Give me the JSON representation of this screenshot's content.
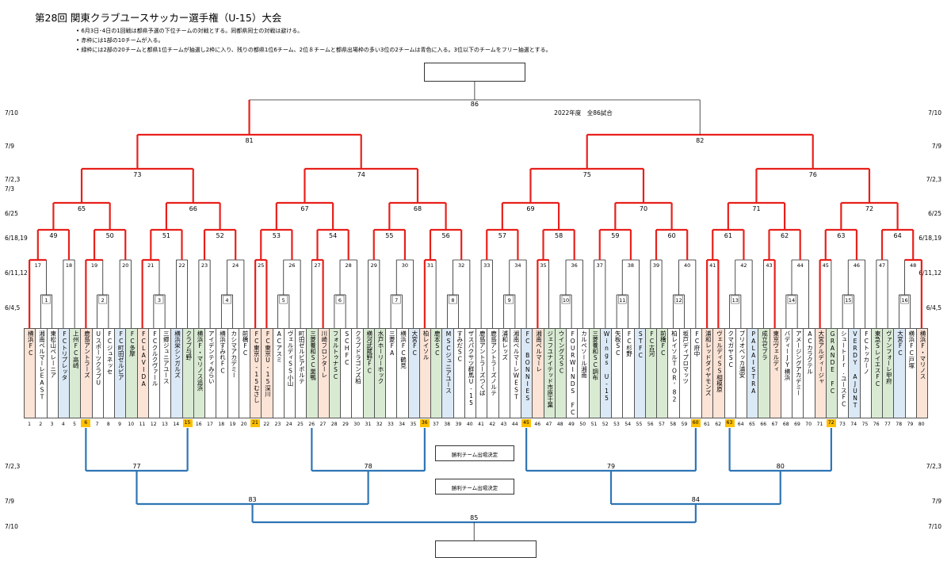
{
  "title": "第28回 関東クラブユースサッカー選手権（U-15）大会",
  "notes": [
    "• 6月3日･4日の1回戦は都県予選の下位チームの対戦とする。同都県同士の対戦は避ける。",
    "• 赤枠には1部の10チームが入る。",
    "• 緑枠には2部の20チームと都県1位チームが抽選し2枠に入り、残りの都県1位6チーム、2位８チームと都県出場枠の多い3位の2チームは青色に入る。3位以下のチームをフリー抽選とする。"
  ],
  "season_label": "2022年度　全86試合",
  "row_labels": {
    "r710": "7/10",
    "r79": "7/9",
    "r723": "7/2,3",
    "r73": "7/3",
    "r625": "6/25",
    "r61819": "6/18,19",
    "r61112": "6/11,12",
    "r645": "6/4,5",
    "b723": "7/2,3",
    "b79": "7/9",
    "b710": "7/10"
  },
  "consolation_boxes": [
    "勝利チーム出場決定",
    "勝利チーム出場決定"
  ],
  "match_numbers": {
    "r1": [
      "1",
      "2",
      "3",
      "4",
      "5",
      "6",
      "7",
      "8",
      "9",
      "10",
      "11",
      "12",
      "13",
      "14",
      "15",
      "16"
    ],
    "r2": [
      "17",
      "18",
      "19",
      "20",
      "21",
      "22",
      "23",
      "24",
      "25",
      "26",
      "27",
      "28",
      "29",
      "30",
      "31",
      "32",
      "33",
      "34",
      "35",
      "36",
      "37",
      "38",
      "39",
      "40",
      "41",
      "42",
      "43",
      "44",
      "45",
      "46",
      "47",
      "48"
    ],
    "r3": [
      "49",
      "50",
      "51",
      "52",
      "53",
      "54",
      "55",
      "56",
      "57",
      "58",
      "59",
      "60",
      "61",
      "62",
      "63",
      "64"
    ],
    "r4": [
      "65",
      "66",
      "67",
      "68",
      "69",
      "70",
      "71",
      "72"
    ],
    "r5": [
      "73",
      "74",
      "75",
      "76"
    ],
    "r6": [
      "81",
      "82"
    ],
    "final": "86",
    "cons1": [
      "77",
      "78",
      "79",
      "80"
    ],
    "cons2": [
      "83",
      "84"
    ],
    "cons3": "85"
  },
  "teams": [
    {
      "n": "1",
      "name": "横浜FC",
      "c": "r"
    },
    {
      "n": "2",
      "name": "湘南ベルマーレEAST",
      "c": "w"
    },
    {
      "n": "3",
      "name": "東松山ペレーニア",
      "c": "w"
    },
    {
      "n": "4",
      "name": "FCトリプレッタ",
      "c": "b"
    },
    {
      "n": "5",
      "name": "上州FC高崎",
      "c": "g"
    },
    {
      "n": "6",
      "name": "鹿島アントラーズ",
      "c": "r"
    },
    {
      "n": "7",
      "name": "UスポーツクラブU",
      "c": "w"
    },
    {
      "n": "8",
      "name": "FCジュネッセ",
      "c": "w"
    },
    {
      "n": "9",
      "name": "FC町田ゼルビア",
      "c": "b"
    },
    {
      "n": "10",
      "name": "FC多摩",
      "c": "g"
    },
    {
      "n": "11",
      "name": "FCLAVIDA",
      "c": "r"
    },
    {
      "n": "12",
      "name": "FCクルクヴァール",
      "c": "w"
    },
    {
      "n": "13",
      "name": "三郷ジュニアユース",
      "c": "w"
    },
    {
      "n": "14",
      "name": "横浜栄シンガルズ",
      "c": "b"
    },
    {
      "n": "15",
      "name": "クラブ与野",
      "c": "g"
    },
    {
      "n": "16",
      "name": "横浜F・マリノス追浜",
      "c": "g"
    },
    {
      "n": "17",
      "name": "アイデンティみらい",
      "c": "w"
    },
    {
      "n": "18",
      "name": "横浜すみれFC",
      "c": "w"
    },
    {
      "n": "19",
      "name": "カシマアカデミー",
      "c": "w"
    },
    {
      "n": "20",
      "name": "前橋FC",
      "c": "w"
    },
    {
      "n": "21",
      "name": "FC東京U-15むさし",
      "c": "r"
    },
    {
      "n": "22",
      "name": "FC東京U-15深川",
      "c": "r"
    },
    {
      "n": "23",
      "name": "ACアスミ",
      "c": "w"
    },
    {
      "n": "24",
      "name": "ヴェルディSS小山",
      "c": "w"
    },
    {
      "n": "25",
      "name": "町田ゼルビアポルテ",
      "c": "w"
    },
    {
      "n": "26",
      "name": "三菱養和SC巣鴨",
      "c": "g"
    },
    {
      "n": "27",
      "name": "川崎フロンターレ",
      "c": "r"
    },
    {
      "n": "28",
      "name": "フォルトゥナSC",
      "c": "g"
    },
    {
      "n": "29",
      "name": "SCHFC",
      "c": "w"
    },
    {
      "n": "30",
      "name": "クラブドラゴンズ柏",
      "c": "w"
    },
    {
      "n": "31",
      "name": "横河武蔵野FC",
      "c": "g"
    },
    {
      "n": "32",
      "name": "水戸ホーリーホック",
      "c": "g"
    },
    {
      "n": "33",
      "name": "三菱FA",
      "c": "w"
    },
    {
      "n": "34",
      "name": "横浜FC鶴見",
      "c": "w"
    },
    {
      "n": "35",
      "name": "大宮FC",
      "c": "b"
    },
    {
      "n": "36",
      "name": "柏レイソル",
      "c": "r"
    },
    {
      "n": "37",
      "name": "鹿本SC",
      "c": "g"
    },
    {
      "n": "38",
      "name": "MSCジュニアユース",
      "c": "b"
    },
    {
      "n": "39",
      "name": "すみだSC",
      "c": "w"
    },
    {
      "n": "40",
      "name": "ザスパクサツ群馬U-15",
      "c": "w"
    },
    {
      "n": "41",
      "name": "鹿島アントラーズつくば",
      "c": "w"
    },
    {
      "n": "42",
      "name": "鹿島アントラーズノルテ",
      "c": "w"
    },
    {
      "n": "43",
      "name": "浦和レッズ",
      "c": "w"
    },
    {
      "n": "44",
      "name": "湘南ベルマーレWEST",
      "c": "w"
    },
    {
      "n": "45",
      "name": "FC BONNIES",
      "c": "b"
    },
    {
      "n": "46",
      "name": "湘南ベルマーレ",
      "c": "r"
    },
    {
      "n": "47",
      "name": "ジェフユナイテッド市原千葉",
      "c": "g"
    },
    {
      "n": "48",
      "name": "ウイングスSC",
      "c": "g"
    },
    {
      "n": "49",
      "name": "FOURWINDS FC",
      "c": "w"
    },
    {
      "n": "50",
      "name": "カルペソール湘南",
      "c": "w"
    },
    {
      "n": "51",
      "name": "三菱養和SC調布",
      "c": "g"
    },
    {
      "n": "52",
      "name": "Wings U-15",
      "c": "b"
    },
    {
      "n": "53",
      "name": "矢板SC",
      "c": "w"
    },
    {
      "n": "54",
      "name": "FC杉野",
      "c": "w"
    },
    {
      "n": "55",
      "name": "STFC",
      "c": "b"
    },
    {
      "n": "56",
      "name": "FC古河",
      "c": "g"
    },
    {
      "n": "57",
      "name": "前橋FC",
      "c": "g"
    },
    {
      "n": "58",
      "name": "柏レイソルTOR'82",
      "c": "w"
    },
    {
      "n": "59",
      "name": "坂戸ディプロマッツ",
      "c": "w"
    },
    {
      "n": "60",
      "name": "FC府中",
      "c": "w"
    },
    {
      "n": "61",
      "name": "浦和レッドダイヤモンズ",
      "c": "r"
    },
    {
      "n": "62",
      "name": "ヴェルディSS相模原",
      "c": "r"
    },
    {
      "n": "63",
      "name": "クマガヤSC",
      "c": "w"
    },
    {
      "n": "64",
      "name": "ブリオベッカ浦安",
      "c": "w"
    },
    {
      "n": "65",
      "name": "PALAISTRA",
      "c": "b"
    },
    {
      "n": "66",
      "name": "成立ゼブラ",
      "c": "g"
    },
    {
      "n": "67",
      "name": "東京ヴェルディ",
      "c": "r"
    },
    {
      "n": "68",
      "name": "バディーJY横浜",
      "c": "w"
    },
    {
      "n": "69",
      "name": "アメージングアカデミー",
      "c": "w"
    },
    {
      "n": "70",
      "name": "ACカラクテル",
      "c": "w"
    },
    {
      "n": "71",
      "name": "大宮アルディージャ",
      "c": "r"
    },
    {
      "n": "72",
      "name": "GRANDE FC",
      "c": "g"
    },
    {
      "n": "73",
      "name": "シュートJr.ユースFC",
      "c": "w"
    },
    {
      "n": "74",
      "name": "VERDY AJUNT",
      "c": "b"
    },
    {
      "n": "75",
      "name": "FCトッカーノ",
      "c": "w"
    },
    {
      "n": "76",
      "name": "東急SレイエスFC",
      "c": "g"
    },
    {
      "n": "77",
      "name": "ヴァンフォーレ甲府",
      "c": "g"
    },
    {
      "n": "78",
      "name": "大宮FC",
      "c": "b"
    },
    {
      "n": "79",
      "name": "横浜FC戸塚",
      "c": "w"
    },
    {
      "n": "80",
      "name": "横浜F・マリノス",
      "c": "r"
    }
  ],
  "highlighted_numbers": [
    "6",
    "15",
    "21",
    "36",
    "45",
    "60",
    "63",
    "72"
  ]
}
